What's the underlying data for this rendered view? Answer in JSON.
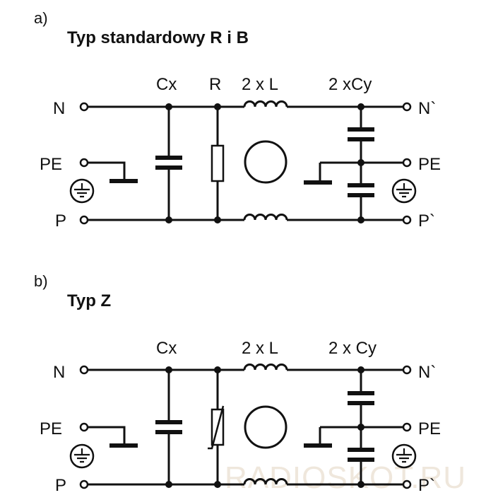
{
  "diagram_a": {
    "section_label": "a)",
    "title": "Typ standardowy R i B",
    "component_labels": {
      "cx": "Cx",
      "r": "R",
      "l": "2 x L",
      "cy": "2  xCy"
    },
    "terminals_left": {
      "n": "N",
      "pe": "PE",
      "p": "P"
    },
    "terminals_right": {
      "n": "N`",
      "pe": "PE",
      "p": "P`"
    }
  },
  "diagram_b": {
    "section_label": "b)",
    "title": "Typ Z",
    "component_labels": {
      "cx": "Cx",
      "l": "2 x L",
      "cy": "2 x Cy"
    },
    "terminals_left": {
      "n": "N",
      "pe": "PE",
      "p": "P"
    },
    "terminals_right": {
      "n": "N`",
      "pe": "PE",
      "p": "P`"
    }
  },
  "watermark": "RADIOSKOT.RU"
}
